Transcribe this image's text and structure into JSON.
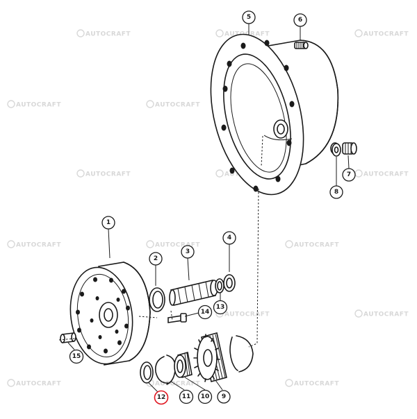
{
  "watermark": {
    "text": "AUTOCRAFT"
  },
  "callouts": [
    {
      "label": "1"
    },
    {
      "label": "2"
    },
    {
      "label": "3"
    },
    {
      "label": "4"
    },
    {
      "label": "5"
    },
    {
      "label": "6"
    },
    {
      "label": "7"
    },
    {
      "label": "8"
    },
    {
      "label": "9"
    },
    {
      "label": "10"
    },
    {
      "label": "11"
    },
    {
      "label": "12"
    },
    {
      "label": "13"
    },
    {
      "label": "14"
    },
    {
      "label": "15"
    }
  ],
  "colors": {
    "highlight": "#e0141e",
    "ink": "#1a1a1a",
    "watermark": "#d8d8d8"
  }
}
